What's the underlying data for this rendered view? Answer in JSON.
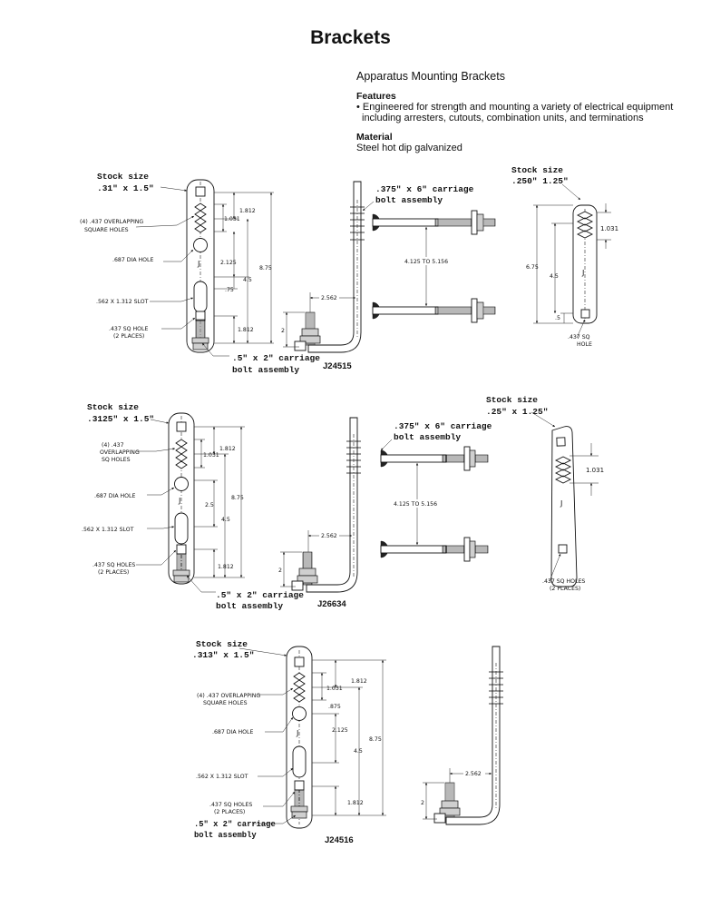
{
  "page": {
    "title": "Brackets",
    "heading": "Apparatus Mounting Brackets",
    "features_label": "Features",
    "features_line1": "• Engineered for strength and mounting a variety of electrical equipment",
    "features_line2": "including arresters, cutouts, combination units, and terminations",
    "material_label": "Material",
    "material_value": "Steel hot dip galvanized"
  },
  "d1": {
    "stock1": "Stock size",
    "stock2": ".31\" x 1.5\"",
    "holes1": "(4) .437 OVERLAPPING",
    "holes2": "SQUARE HOLES",
    "dia": ".687 DIA HOLE",
    "slot": ".562 X 1.312 SLOT",
    "sq1": ".437 SQ HOLE",
    "sq2": "(2 PLACES)",
    "d1812a": "1.812",
    "d1031": "1.031",
    "d2125": "2.125",
    "d45": "4.5",
    "d75": ".75",
    "d1812b": "1.812",
    "d875": "8.75",
    "j": "J",
    "bolt1": ".5\" x 2\" carriage",
    "bolt2": "bolt assembly",
    "side_d2": "2",
    "side_2562": "2.562",
    "cb1": ".375\" x 6\" carriage",
    "cb2": "bolt assembly",
    "range": "4.125 TO 5.156",
    "part": "J24515"
  },
  "d2": {
    "stock1": "Stock size",
    "stock2": ".250\" 1.25\"",
    "d1031": "1.031",
    "d675": "6.75",
    "d45": "4.5",
    "d5": ".5",
    "j": "J",
    "sq1": ".437 SQ",
    "sq2": "HOLE"
  },
  "d3": {
    "stock1": "Stock size",
    "stock2": ".3125\" x 1.5\"",
    "holes1": "(4) .437",
    "holes2": "OVERLAPPING",
    "holes3": "SQ HOLES",
    "dia": ".687 DIA HOLE",
    "slot": ".562 X 1.312 SLOT",
    "sq1": ".437 SQ HOLES",
    "sq2": "(2 PLACES)",
    "d1812a": "1.812",
    "d1031": "1.031",
    "d25": "2.5",
    "d45": "4.5",
    "d1812b": "1.812",
    "d875": "8.75",
    "j": "J",
    "bolt1": ".5\" x 2\" carriage",
    "bolt2": "bolt assembly",
    "side_d2": "2",
    "side_2562": "2.562",
    "cb1": ".375\" x 6\" carriage",
    "cb2": "bolt assembly",
    "range": "4.125 TO 5.156",
    "part": "J26634"
  },
  "d4": {
    "stock1": "Stock size",
    "stock2": ".25\" x 1.25\"",
    "d1031": "1.031",
    "j": "J",
    "sq1": ".437 SQ HOLES",
    "sq2": "(2 PLACES)"
  },
  "d5": {
    "stock1": "Stock size",
    "stock2": ".313\" x 1.5\"",
    "holes1": "(4) .437 OVERLAPPING",
    "holes2": "SQUARE HOLES",
    "dia": ".687 DIA HOLE",
    "slot": ".562 X 1.312 SLOT",
    "sq1": ".437 SQ HOLES",
    "sq2": "(2 PLACES)",
    "d1812a": "1.812",
    "d1031": "1.031",
    "d875s": ".875",
    "d2125": "2.125",
    "d45": "4.5",
    "d1812b": "1.812",
    "d875": "8.75",
    "j": "J",
    "bolt1": ".5\" x 2\" carriage",
    "bolt2": "bolt assembly",
    "side_d2": "2",
    "side_2562": "2.562",
    "part": "J24516"
  }
}
